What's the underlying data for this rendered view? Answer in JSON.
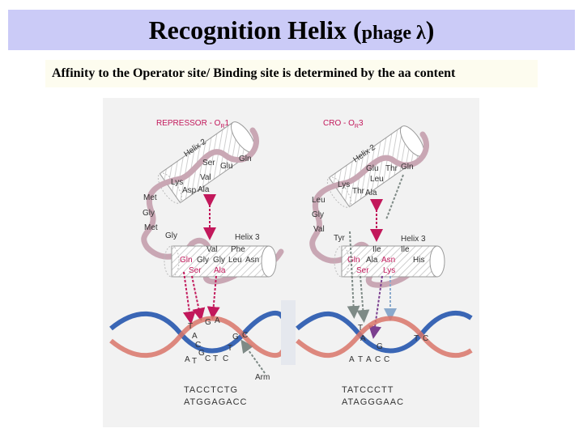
{
  "title": {
    "main": "Recognition Helix (",
    "phage": "phage λ",
    "close": ")"
  },
  "subtitle": "Affinity to the Operator site/ Binding site is determined by the aa content",
  "repressor": {
    "header": "REPRESSOR - O",
    "header_sub": "R",
    "header_num": "1",
    "helix2_label": "Helix 2",
    "helix2_residues": [
      "Lys",
      "Asp",
      "Ser",
      "Val",
      "Glu",
      "Gln",
      "Ala"
    ],
    "loop_residues": [
      "Met",
      "Gly",
      "Met",
      "Gly"
    ],
    "helix3_label": "Helix 3",
    "helix3_residues": [
      "Gln",
      "Ser",
      "Gly",
      "Val",
      "Gly",
      "Leu",
      "Phe",
      "Asn",
      "Ala"
    ],
    "arm_label": "Arm",
    "dna_bases_top": [
      "T",
      "A",
      "C",
      "G",
      "A",
      "G",
      "C"
    ],
    "dna_bases_bottom": [
      "A",
      "T",
      "G",
      "C",
      "T",
      "C",
      "T"
    ],
    "seq_top": "TACCTCTG",
    "seq_bottom": "ATGGAGACC"
  },
  "cro": {
    "header": "CRO - O",
    "header_sub": "R",
    "header_num": "3",
    "helix2_label": "Helix 2",
    "helix2_residues": [
      "Lys",
      "Thr",
      "Glu",
      "Leu",
      "Thr",
      "Gln",
      "Ala"
    ],
    "loop_residues": [
      "Leu",
      "Gly",
      "Val",
      "Tyr"
    ],
    "helix3_label": "Helix 3",
    "helix3_residues": [
      "Gln",
      "Ser",
      "Ala",
      "Ile",
      "Asn",
      "Lys",
      "Ile",
      "His"
    ],
    "dna_bases_top": [
      "T",
      "A",
      "G",
      "T",
      "C"
    ],
    "dna_bases_bottom": [
      "A",
      "T",
      "A",
      "C",
      "C"
    ],
    "seq_top": "TATCCCTT",
    "seq_bottom": "ATAGGGAAC"
  },
  "colors": {
    "title_bg": "#cbcbf7",
    "subtitle_bg": "#fdfcef",
    "figure_bg": "#f2f2f2",
    "accent": "#c2185b",
    "dna_blue": "#3a66b5",
    "dna_red": "#d9756a",
    "protein_loop": "#c9a7b4"
  }
}
